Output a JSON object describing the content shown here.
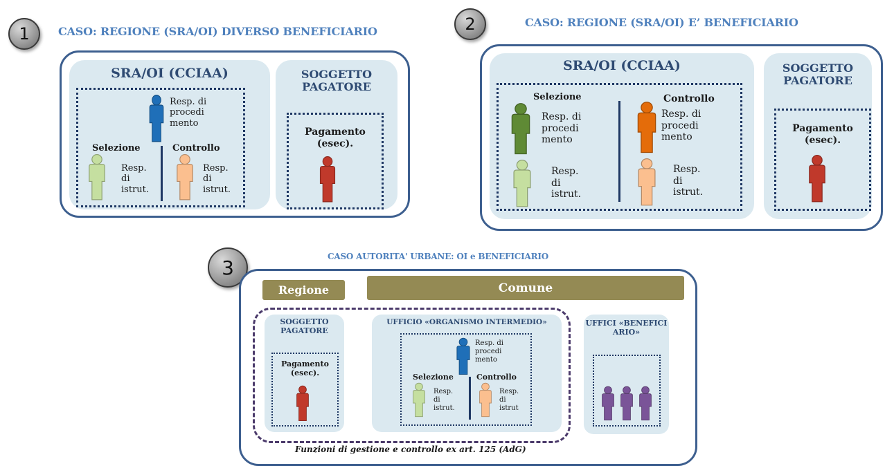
{
  "case1": {
    "number": "1",
    "title": "CASO: REGIONE (SRA/OI) DIVERSO BENEFICIARIO",
    "sra_title": "SRA/OI (CCIAA)",
    "pagatore_title": "SOGGETTO PAGATORE",
    "proc_label": "Resp. di procedi mento",
    "selezione": "Selezione",
    "controllo": "Controllo",
    "istr_label_left": "Resp. di istrut.",
    "istr_label_right": "Resp. di istrut.",
    "pagamento": "Pagamento (esec)."
  },
  "case2": {
    "number": "2",
    "title": "CASO: REGIONE (SRA/OI) E’ BENEFICIARIO",
    "sra_title": "SRA/OI (CCIAA)",
    "pagatore_title": "SOGGETTO PAGATORE",
    "selezione": "Selezione",
    "controllo": "Controllo",
    "proc_label_left": "Resp. di procedi mento",
    "proc_label_right": "Resp. di procedi mento",
    "istr_label_left": "Resp. di istrut.",
    "istr_label_right": "Resp. di istrut.",
    "pagamento": "Pagamento (esec)."
  },
  "case3": {
    "number": "3",
    "title": "CASO AUTORITA' URBANE: OI e BENEFICIARIO",
    "regione": "Regione",
    "comune": "Comune",
    "pagatore_title": "SOGGETTO PAGATORE",
    "pagamento": "Pagamento (esec).",
    "ufficio_oi_title": "UFFICIO «ORGANISMO INTERMEDIO»",
    "proc_label": "Resp. di procedi mento",
    "selezione": "Selezione",
    "controllo": "Controllo",
    "istr_label_left": "Resp. di istrut.",
    "istr_label_right": "Resp. di istrut",
    "uffici_title": "UFFICI «BENEFICI ARIO»",
    "footnote": "Funzioni di gestione e controllo ex art. 125 (AdG)"
  },
  "colors": {
    "title_blue": "#4f81bd",
    "frame_blue": "#3d5f8f",
    "panel_fill": "#dbe9f0",
    "olive": "#948a54",
    "person_blue": "#1f6fb8",
    "person_green_dark": "#5f8a35",
    "person_green_light": "#c5dfa0",
    "person_orange": "#e46c0a",
    "person_peach": "#fbbf8f",
    "person_red": "#c0392b",
    "person_purple": "#7a5498"
  }
}
